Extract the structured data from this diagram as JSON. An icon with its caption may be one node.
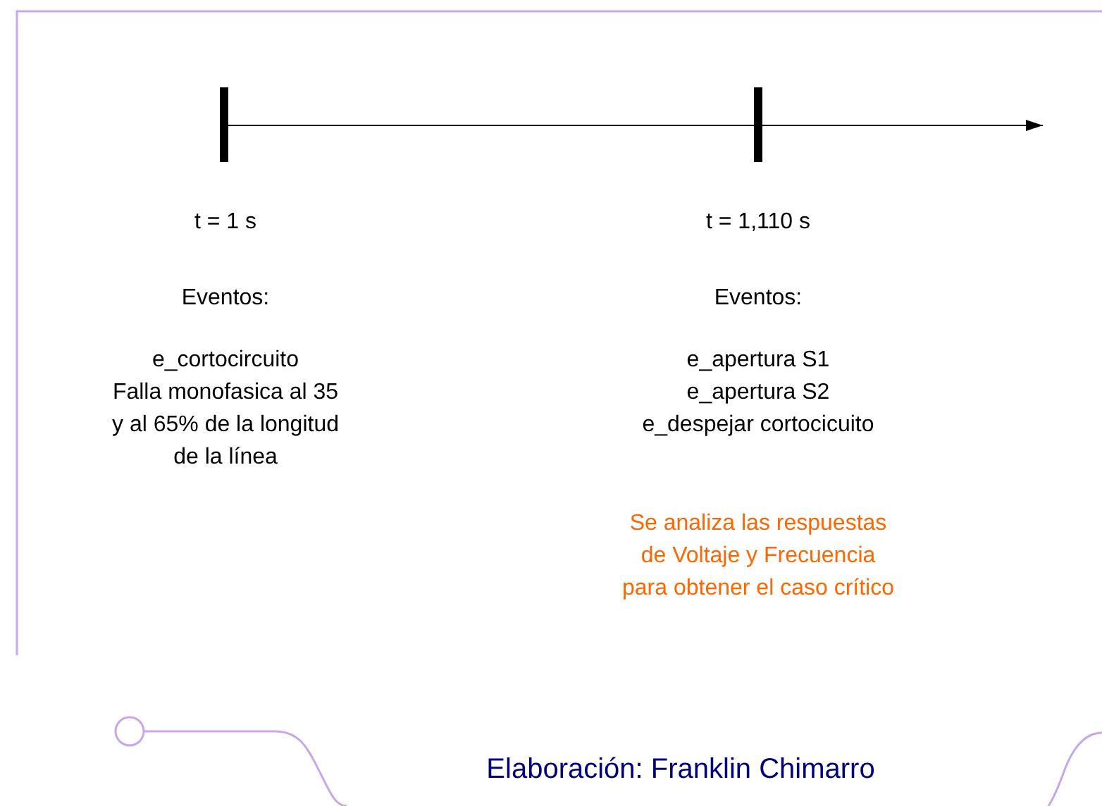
{
  "diagram": {
    "caption": "Elaboración: Franklin Chimarro",
    "labels": [
      "t = 1 s",
      "Eventos:",
      "e_cortocircuito",
      "Falla monofasica al 35 y al 65% de la longitud de la línea",
      "t = 1,110 s",
      "Eventos:",
      "e_apertura S1",
      "e_apertura S2",
      "e_despejar cortocicuito",
      "Se analiza las respuestas de Voltaje y Frecuencia para obtener el caso crítico"
    ]
  }
}
